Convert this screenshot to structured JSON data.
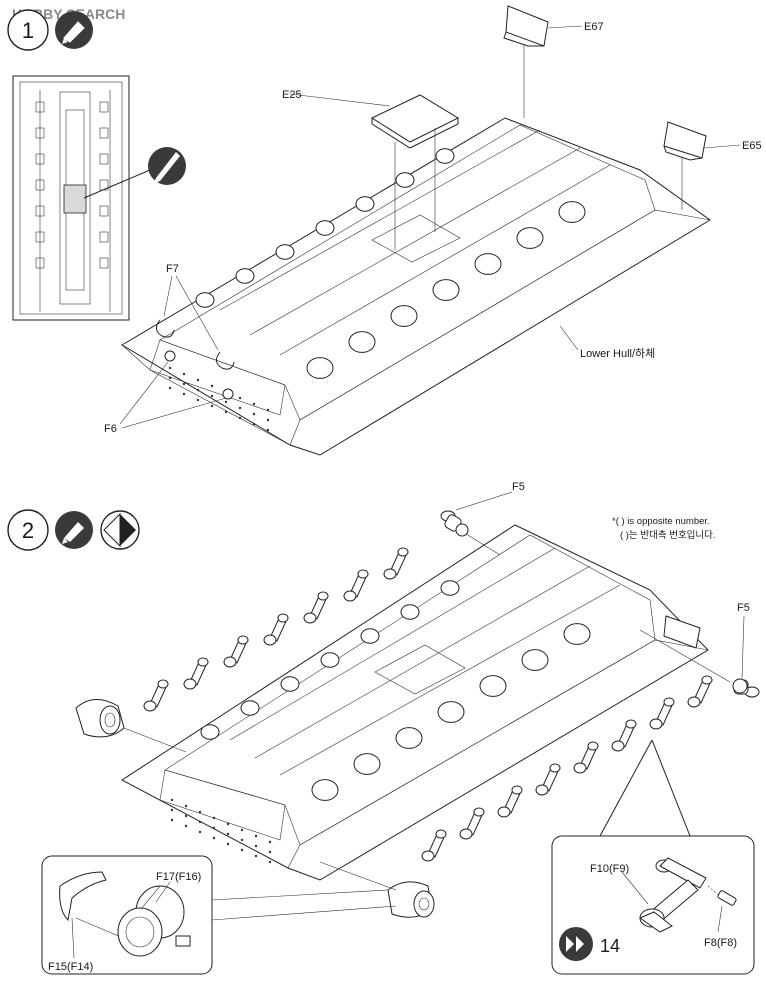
{
  "watermark": "HOBBY SEARCH",
  "steps": [
    {
      "number": "1"
    },
    {
      "number": "2"
    }
  ],
  "labels": {
    "e67": "E67",
    "e25": "E25",
    "e65": "E65",
    "f7": "F7",
    "f6": "F6",
    "lower_hull": "Lower Hull/하체",
    "f5_top": "F5",
    "f5_right": "F5",
    "f17": "F17(F16)",
    "f15": "F15(F14)",
    "f10": "F10(F9)",
    "f8": "F8(F8)"
  },
  "notes": {
    "opposite_en": "*( ) is opposite number.",
    "opposite_ko": "( )는 반대측 번호입니다."
  },
  "next_step": "14",
  "icons": [
    "glue-icon",
    "knife-icon",
    "left-right-icon",
    "refer-step-icon"
  ]
}
